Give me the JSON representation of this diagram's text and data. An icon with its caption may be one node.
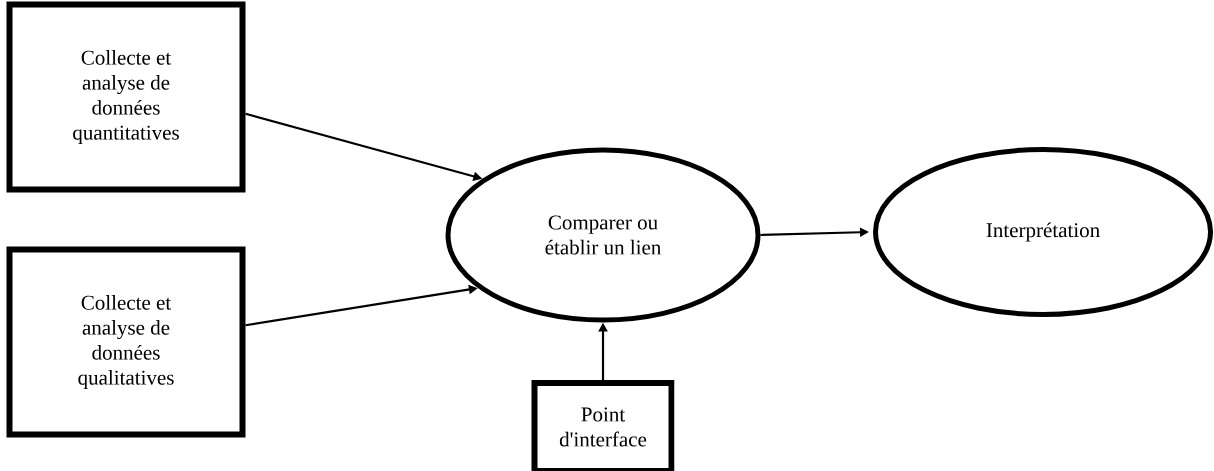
{
  "diagram": {
    "nodes": [
      {
        "text": [
          "Collecte et analyse de données quantitatives"
        ]
      },
      {
        "text": [
          "Collecte et analyse de données qualitatives"
        ]
      },
      {
        "text": [
          "Comparer ou établir un lien"
        ]
      },
      {
        "text": [
          "Interprétation"
        ]
      },
      {
        "text": [
          "Point d'interface"
        ]
      }
    ],
    "edges": [
      {
        "from": 0,
        "to": 2,
        "arrow": "to"
      },
      {
        "from": 1,
        "to": 2,
        "arrow": "to"
      },
      {
        "from": 2,
        "to": 3,
        "arrow": "to"
      },
      {
        "from": 4,
        "to": 2,
        "arrow": "to"
      }
    ]
  }
}
